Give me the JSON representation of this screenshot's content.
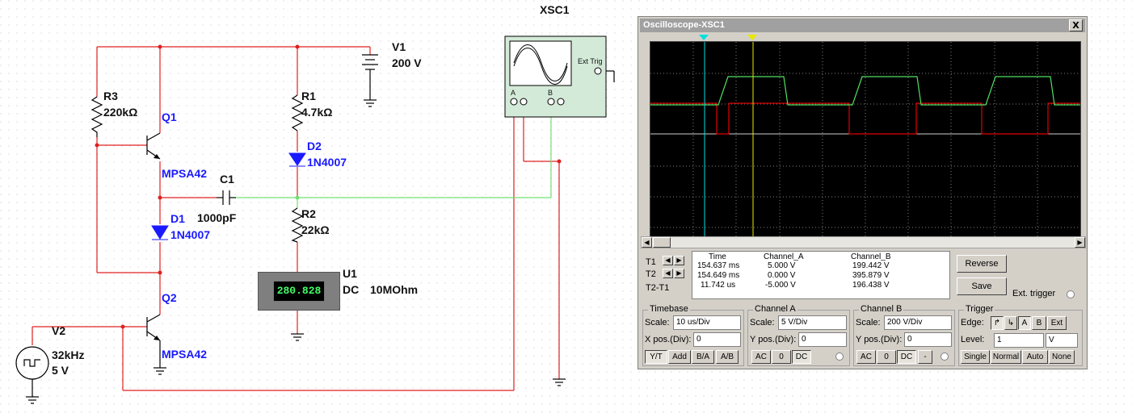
{
  "schematic": {
    "instrument_label": "XSC1",
    "ext_trig_label": "Ext Trig",
    "channel_a_label": "A",
    "channel_b_label": "B",
    "v1": {
      "name": "V1",
      "value": "200 V"
    },
    "r3": {
      "name": "R3",
      "value": "220kΩ"
    },
    "q1": {
      "name": "Q1",
      "model": "MPSA42"
    },
    "r1": {
      "name": "R1",
      "value": "4.7kΩ"
    },
    "d2": {
      "name": "D2",
      "model": "1N4007"
    },
    "c1": {
      "name": "C1",
      "value": "1000pF"
    },
    "d1": {
      "name": "D1",
      "model": "1N4007"
    },
    "r2": {
      "name": "R2",
      "value": "22kΩ"
    },
    "u1": {
      "name": "U1",
      "mode": "DC",
      "impedance": "10MOhm",
      "reading": "280.828"
    },
    "q2": {
      "name": "Q2",
      "model": "MPSA42"
    },
    "v2": {
      "name": "V2",
      "freq": "32kHz",
      "amp": "5 V"
    }
  },
  "oscilloscope": {
    "title": "Oscilloscope-XSC1",
    "close_label": "X",
    "colors": {
      "channel_a": "#e00000",
      "channel_b": "#50e060",
      "cursor_t1": "#00e0e0",
      "cursor_t2": "#e8e800",
      "screen": "#000000"
    },
    "readout": {
      "headers": [
        "Time",
        "Channel_A",
        "Channel_B"
      ],
      "rows": [
        {
          "label": "T1",
          "time": "154.637 ms",
          "a": "5.000 V",
          "b": "199.442 V"
        },
        {
          "label": "T2",
          "time": "154.649 ms",
          "a": "0.000 V",
          "b": "395.879 V"
        },
        {
          "label": "T2-T1",
          "time": "11.742 us",
          "a": "-5.000 V",
          "b": "196.438 V"
        }
      ]
    },
    "buttons": {
      "reverse": "Reverse",
      "save": "Save",
      "ext_trigger": "Ext. trigger"
    },
    "timebase": {
      "title": "Timebase",
      "scale_label": "Scale:",
      "scale": "10 us/Div",
      "xpos_label": "X pos.(Div):",
      "xpos": "0",
      "modes": [
        "Y/T",
        "Add",
        "B/A",
        "A/B"
      ],
      "active_mode": "Y/T"
    },
    "channel_a": {
      "title": "Channel A",
      "scale_label": "Scale:",
      "scale": "5  V/Div",
      "ypos_label": "Y pos.(Div):",
      "ypos": "0",
      "coupling": [
        "AC",
        "0",
        "DC"
      ],
      "active": "DC"
    },
    "channel_b": {
      "title": "Channel B",
      "scale_label": "Scale:",
      "scale": "200  V/Div",
      "ypos_label": "Y pos.(Div):",
      "ypos": "0",
      "coupling": [
        "AC",
        "0",
        "DC",
        "-"
      ],
      "active": "DC"
    },
    "trigger": {
      "title": "Trigger",
      "edge_label": "Edge:",
      "edge_buttons": [
        "A",
        "B",
        "Ext"
      ],
      "level_label": "Level:",
      "level": "1",
      "level_unit": "V",
      "modes": [
        "Single",
        "Normal",
        "Auto",
        "None"
      ]
    }
  }
}
